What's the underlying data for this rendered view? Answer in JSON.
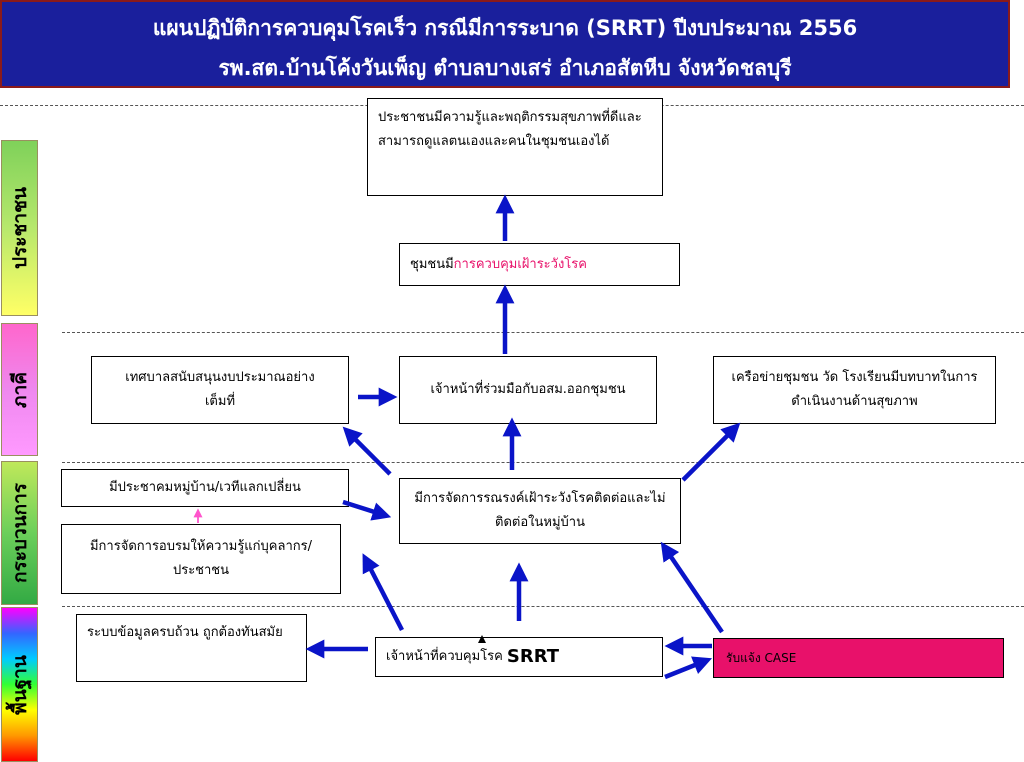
{
  "header": {
    "line1": "แผนปฏิบัติการควบคุมโรคเร็ว กรณีมีการระบาด (SRRT) ปีงบประมาณ 2556",
    "line2": "รพ.สต.บ้านโค้งวันเพ็ญ  ตำบลบางเสร่  อำเภอสัตหีบ  จังหวัดชลบุรี"
  },
  "bands": [
    {
      "label": "ประชาชน",
      "gradient": [
        "#7fd15a",
        "#b7e86c",
        "#ffff66"
      ]
    },
    {
      "label": "ภาคี",
      "gradient": [
        "#ff66cc",
        "#ee88ee",
        "#ff99ff"
      ]
    },
    {
      "label": "กระบวนการ",
      "gradient": [
        "#bfe85a",
        "#6ccf5a",
        "#33aa44"
      ]
    },
    {
      "label": "พื้นฐาน",
      "gradient": [
        "#ff00ff",
        "#3366ff",
        "#00ccff",
        "#33ff33",
        "#ffff00",
        "#ff9900",
        "#ff0000"
      ]
    }
  ],
  "boxes": {
    "goal": "ประชาชนมีความรู้และพฤติกรรมสุขภาพที่ดีและสามารถดูแลตนเองและคนในชุมชนเองได้",
    "community_prefix": "ชุมชนมี",
    "community_highlight": "การควบคุมเฝ้าระวังโรค",
    "municipality": "เทศบาลสนับสนุนงบประมาณอย่างเต็มที่",
    "officer_collab": "เจ้าหน้าที่ร่วมมือกับอสม.ออกชุมชน",
    "network": "เครือข่ายชุมชน วัด โรงเรียนมีบทบาทในการดำเนินงานด้านสุขภาพ",
    "village_forum": "มีประชาคมหมู่บ้าน/เวทีแลกเปลี่ยน",
    "training": "มีการจัดการอบรมให้ความรู้แก่บุคลากร/ประชาชน",
    "campaign": "มีการจัดการรณรงค์เฝ้าระวังโรคติดต่อและไม่ติดต่อในหมู่บ้าน",
    "database": "ระบบข้อมูลครบถ้วน ถูกต้องทันสมัย",
    "srrt_prefix": "เจ้าหน้าที่ควบคุมโรค",
    "srrt_suffix": "SRRT",
    "case": "รับแจ้ง CASE"
  },
  "colors": {
    "header_bg": "#1a1f9c",
    "arrow": "#0a14c8",
    "case_bg": "#e8116a",
    "highlight_text": "#e8116a",
    "small_arrow": "#ff55cc"
  }
}
